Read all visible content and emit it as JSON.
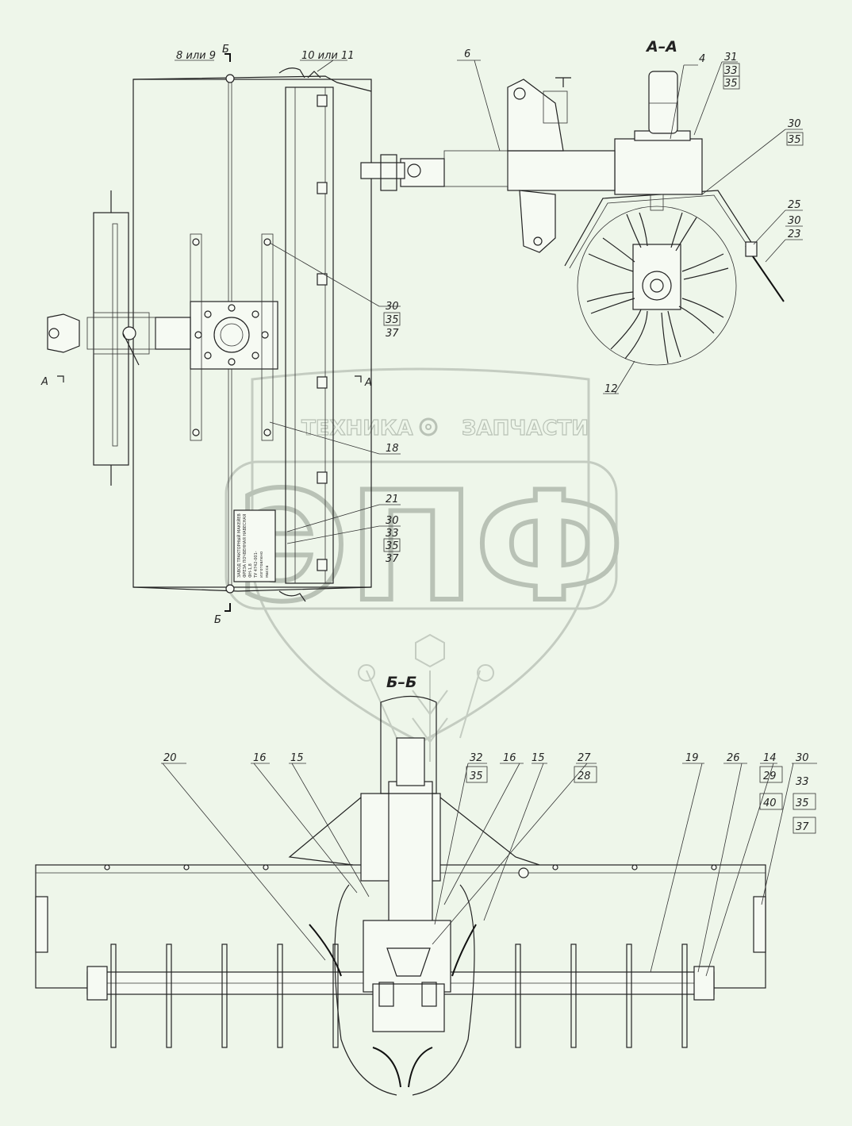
{
  "views": {
    "section_a": "А–А",
    "section_b": "Б–Б",
    "cut_a_left": "А",
    "cut_a_right": "А",
    "cut_b_top": "Б",
    "cut_b_bottom": "Б"
  },
  "callouts_top": {
    "c8or9": "8 или 9",
    "c10or11": "10 или 11",
    "c6": "6",
    "c4": "4",
    "c31": "31",
    "c33": "33",
    "c35": "35",
    "c30a": "30",
    "c35a": "35",
    "c25": "25",
    "c30b": "30",
    "c23": "23",
    "c12": "12",
    "c30c": "30",
    "c35c": "35",
    "c37c": "37",
    "c18": "18",
    "c21": "21",
    "c30d": "30",
    "c33d": "33",
    "c35d": "35",
    "c37d": "37"
  },
  "callouts_bottom": {
    "c20": "20",
    "c16a": "16",
    "c15a": "15",
    "c32": "32",
    "c35e": "35",
    "c16b": "16",
    "c15b": "15",
    "c27": "27",
    "c28": "28",
    "c19": "19",
    "c26": "26",
    "c14": "14",
    "c29": "29",
    "c40": "40",
    "c30e": "30",
    "c33e": "33",
    "c35f": "35",
    "c37e": "37"
  },
  "watermark": {
    "left": "ТЕХНИКА",
    "right": "ЗАПЧАСТИ",
    "logo": "ЭПФ"
  },
  "nameplate_lines": [
    "ЗАВОД ТРАКТОРНЫЙ МАКЕЙЕВ",
    "ФРЕЗА ПОЧВЕННАЯ НАВЕСНАЯ",
    "ФН-1,8",
    "ТУ 4742-001-",
    "изготовлено",
    "масса"
  ],
  "colors": {
    "background": "#eef6ea",
    "line": "#222222",
    "watermark": "#b9c2b6"
  }
}
